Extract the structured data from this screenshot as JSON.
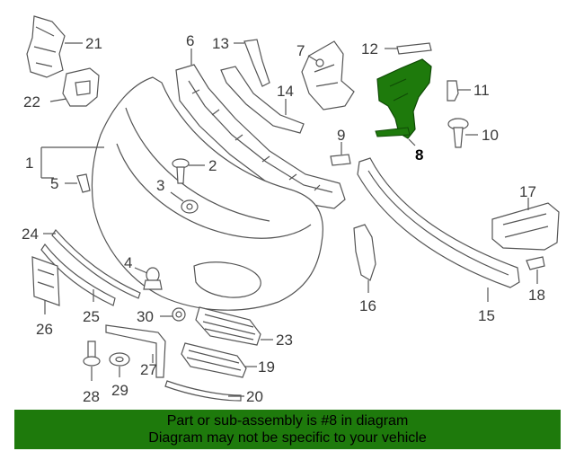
{
  "highlight_color": "#1e7a0c",
  "banner": {
    "background": "#1e7a0c",
    "line1": "Part or sub-assembly is #8 in diagram",
    "line2": "Diagram may not be specific to your vehicle"
  },
  "callouts": {
    "c1": "1",
    "c2": "2",
    "c3": "3",
    "c4": "4",
    "c5": "5",
    "c6": "6",
    "c7": "7",
    "c8": "8",
    "c9": "9",
    "c10": "10",
    "c11": "11",
    "c12": "12",
    "c13": "13",
    "c14": "14",
    "c15": "15",
    "c16": "16",
    "c17": "17",
    "c18": "18",
    "c19": "19",
    "c20": "20",
    "c21": "21",
    "c22": "22",
    "c23": "23",
    "c24": "24",
    "c25": "25",
    "c26": "26",
    "c27": "27",
    "c28": "28",
    "c29": "29",
    "c30": "30"
  }
}
